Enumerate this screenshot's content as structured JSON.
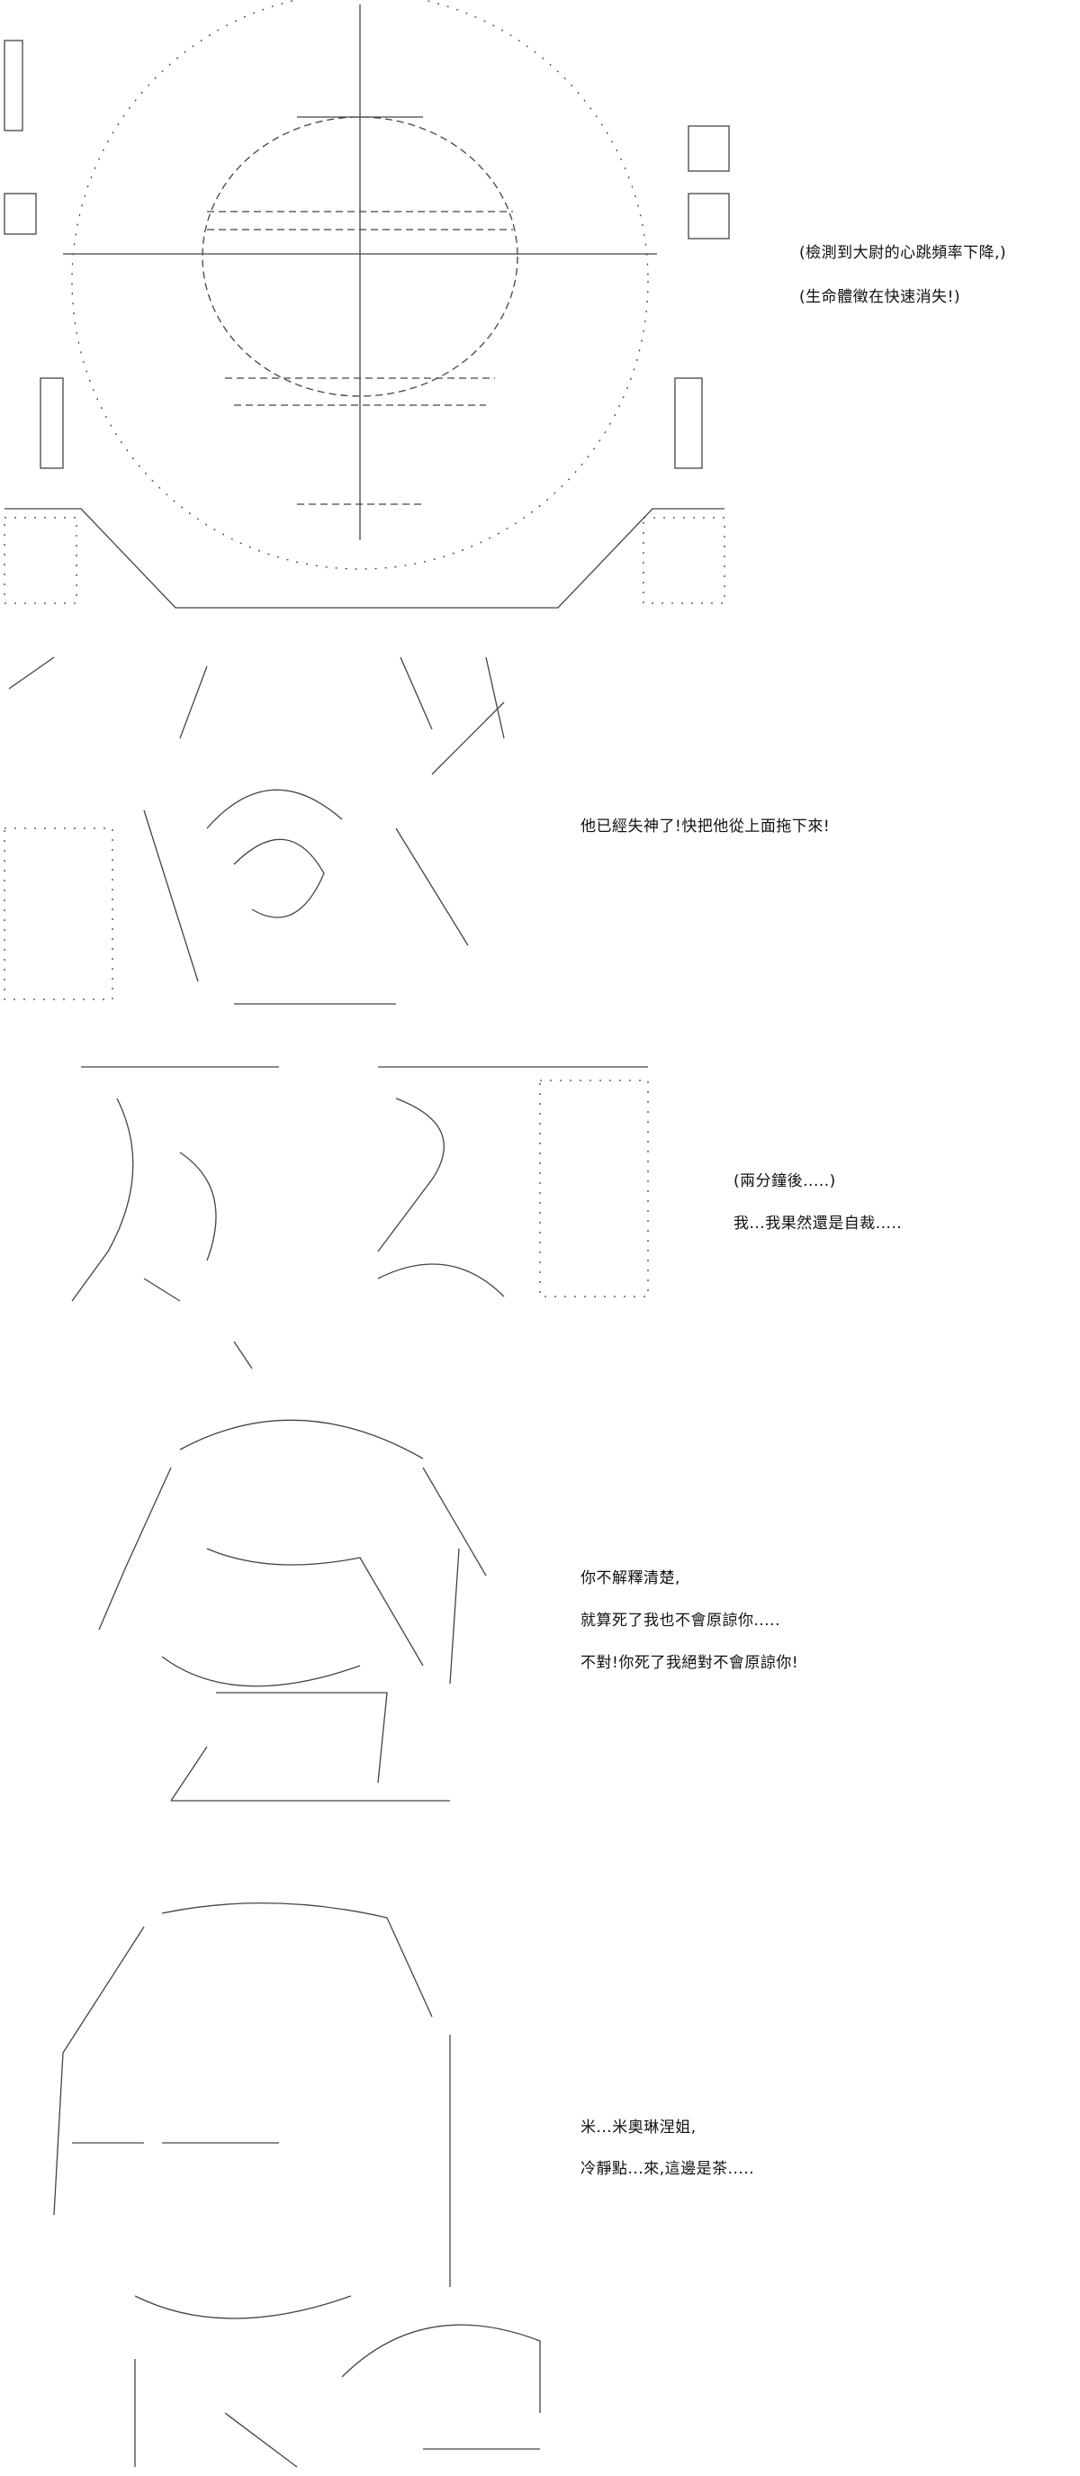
{
  "panels": [
    {
      "lines": [
        "(檢測到大尉的心跳頻率下降,)",
        "(生命體徵在快速消失!)"
      ]
    },
    {
      "lines": [
        "他已經失神了!快把他從上面拖下來!"
      ]
    },
    {
      "lines": [
        "(兩分鐘後.....)",
        "我...我果然還是自裁....."
      ]
    },
    {
      "lines": [
        "你不解釋清楚,",
        "就算死了我也不會原諒你.....",
        "不對!你死了我絕對不會原諒你!"
      ]
    },
    {
      "lines": [
        "米...米奧琳涅姐,",
        "冷靜點...來,這邊是茶....."
      ]
    }
  ]
}
